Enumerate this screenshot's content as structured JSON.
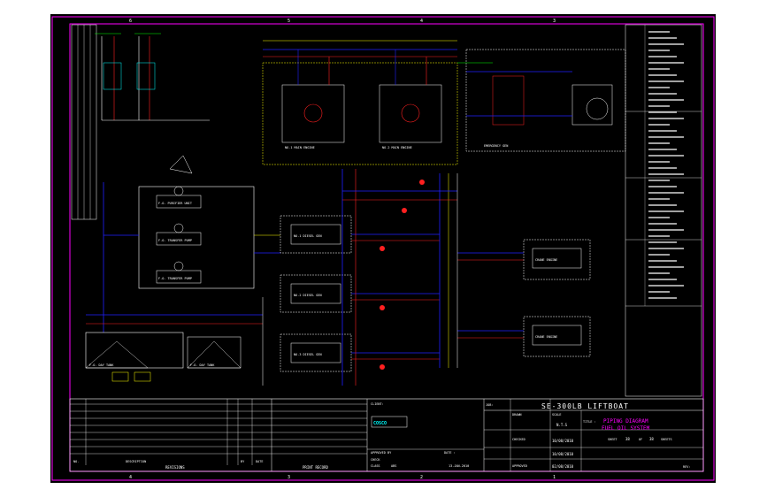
{
  "colors": {
    "background": "#000000",
    "frame": "#ff00ff",
    "line_main": "#ffffff",
    "line_blue": "#2020ff",
    "line_red": "#ff2020",
    "line_yellow": "#ffff00",
    "line_green": "#00ff00",
    "line_cyan": "#00ffff",
    "text": "#ffffff"
  },
  "grid_refs": {
    "top": [
      "6",
      "5",
      "4",
      "3"
    ],
    "bottom": [
      "4",
      "3",
      "2",
      "1"
    ]
  },
  "title_block": {
    "project": "SE-300LB LIFTBOAT",
    "drawing_title_1": "PIPING DIAGRAM",
    "drawing_title_2": "FUEL OIL SYSTEM",
    "client_label": "CLIENT:",
    "title_label": "TITLE :",
    "approved_by": "APPROVED BY",
    "date_label": "DATE :",
    "check_label": "CHECK",
    "class_label": "CLASS",
    "class_value": "ABS",
    "sheet_label": "SHEET",
    "sheet_text": "38",
    "of_text": "OF",
    "sheets_label": "SHEETS",
    "scale_label": "SCALE",
    "scale_value": "N.T.S",
    "drawn_label": "DRAWN",
    "checked_label": "CHECKED",
    "approved_label": "APPROVED",
    "date_1": "10/08/2010",
    "date_2": "10/08/2010",
    "date_3": "02/08/2010",
    "cmp_date": "13-JAN-2010",
    "rev_label": "REV:",
    "company": "COSCO"
  },
  "revisions_block": {
    "no_label": "NO.",
    "description_label": "DESCRIPTION",
    "revisions_label": "REVISIONS",
    "by_label": "BY",
    "date_label": "DATE",
    "print_record_label": "PRINT RECORD"
  },
  "diagram_labels": {
    "main_engine_1": "NO.1 MAIN ENGINE",
    "main_engine_2": "NO.2 MAIN ENGINE",
    "gen_1": "NO.1 DIESEL GEN",
    "gen_2": "NO.2 DIESEL GEN",
    "gen_3": "NO.3 DIESEL GEN",
    "purifier": "F.O. PURIFIER UNIT",
    "transfer_pump_1": "F.O. TRANSFER PUMP",
    "transfer_pump_2": "F.O. TRANSFER PUMP",
    "day_tank_1": "F.O. DAY TANK",
    "day_tank_2": "F.O. DAY TANK",
    "emergency_gen": "EMERGENCY GEN",
    "crane_1": "CRANE ENGINE",
    "crane_2": "CRANE ENGINE"
  }
}
